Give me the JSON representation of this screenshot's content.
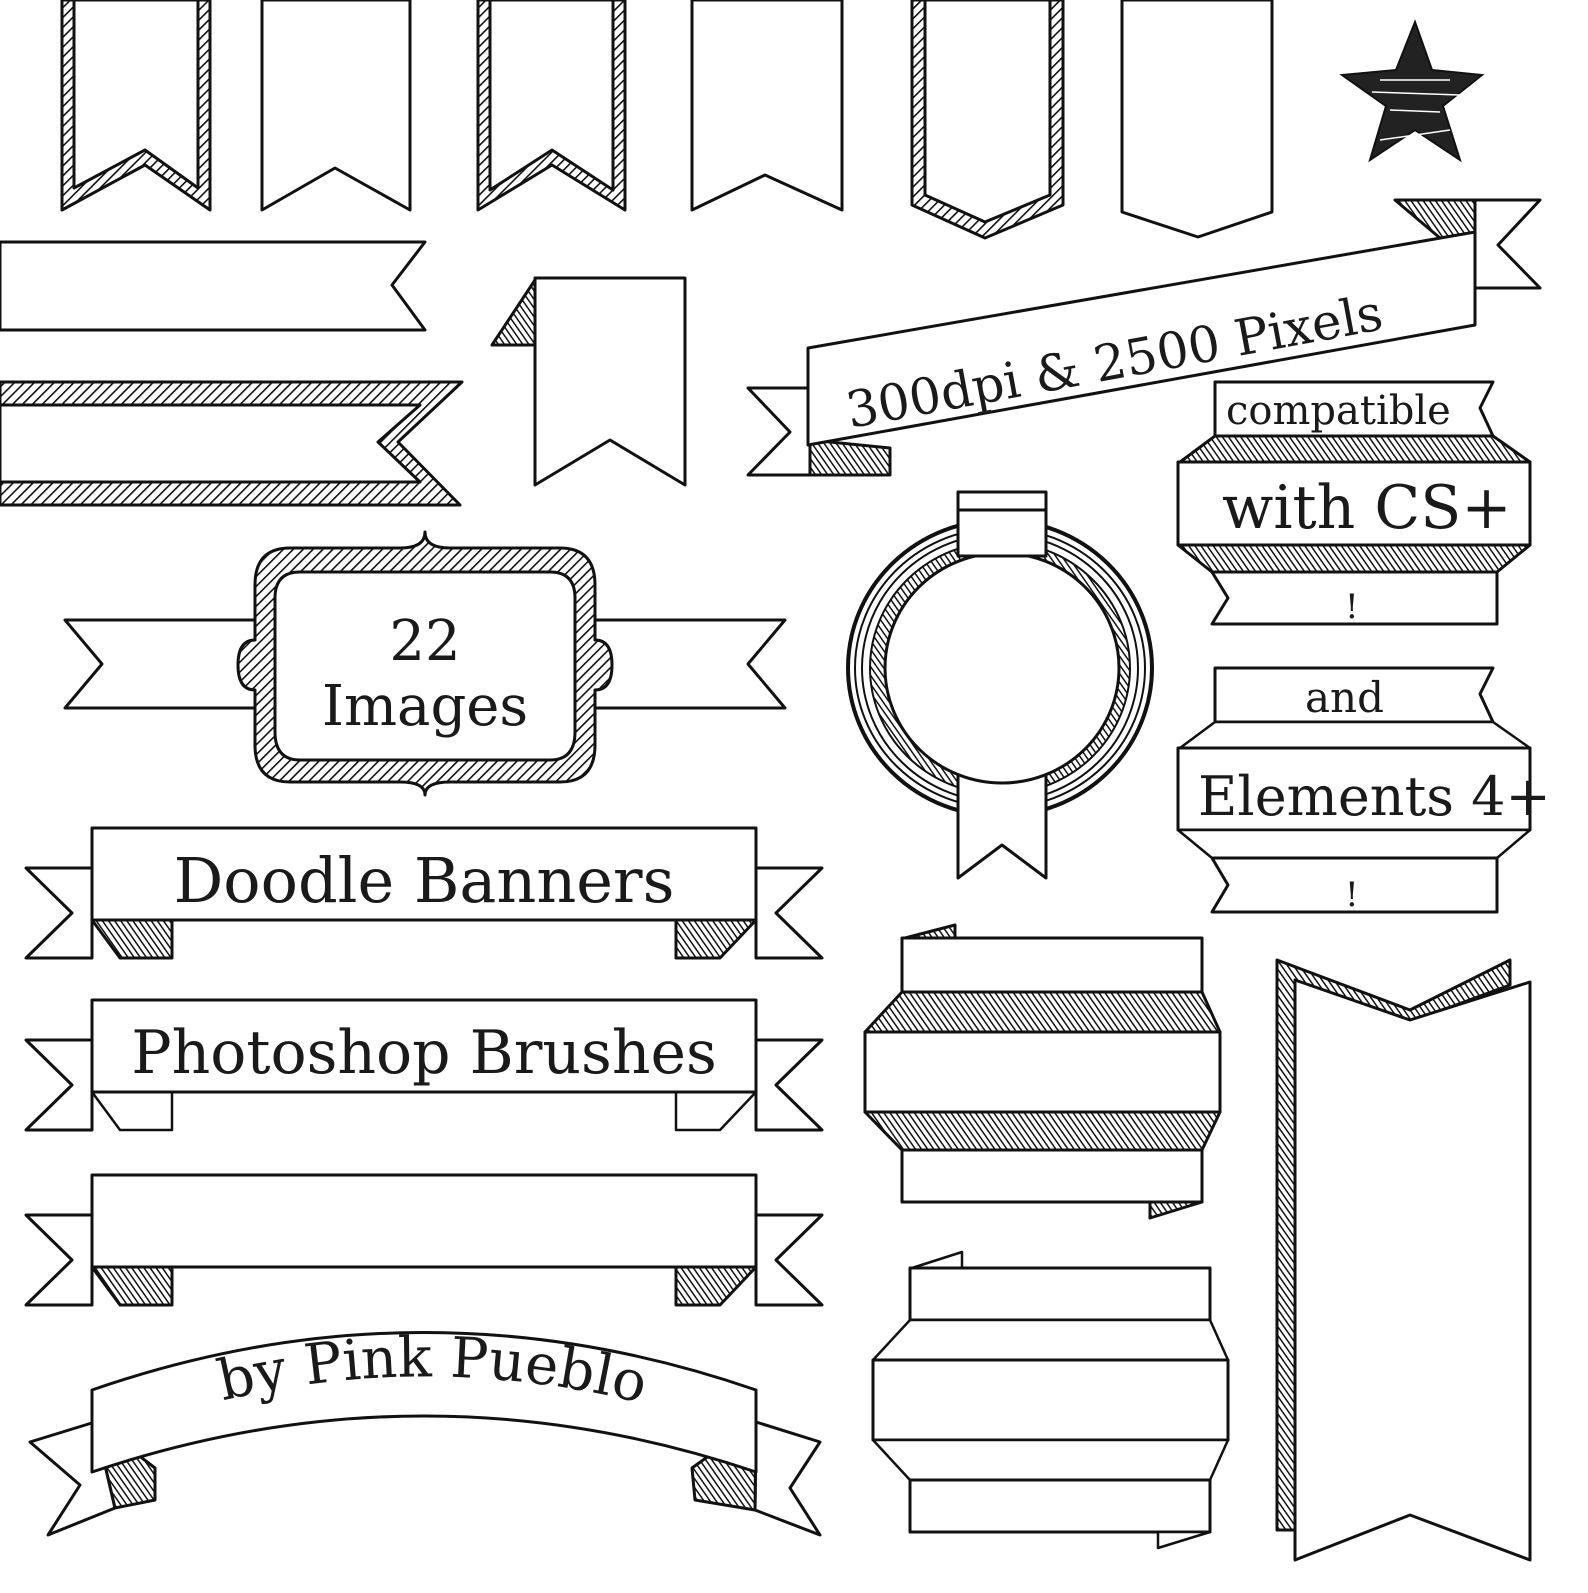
{
  "title_banner": {
    "text": "Doodle Banners"
  },
  "subtitle_banner": {
    "text": "Photoshop Brushes"
  },
  "credit_banner": {
    "text": "by Pink Pueblo"
  },
  "count_frame": {
    "number": "22",
    "word": "Images"
  },
  "resolution_banner": {
    "text": "300dpi & 2500 Pixels"
  },
  "compat_stack": {
    "line1": "compatible",
    "line2": "with CS+",
    "line3": "!",
    "line4": "and",
    "line5": "Elements 4+",
    "line6": "!"
  },
  "palette": {
    "ink": "#111111",
    "paper": "#ffffff"
  },
  "icons": [
    "star-icon",
    "medal-ribbon-icon"
  ]
}
